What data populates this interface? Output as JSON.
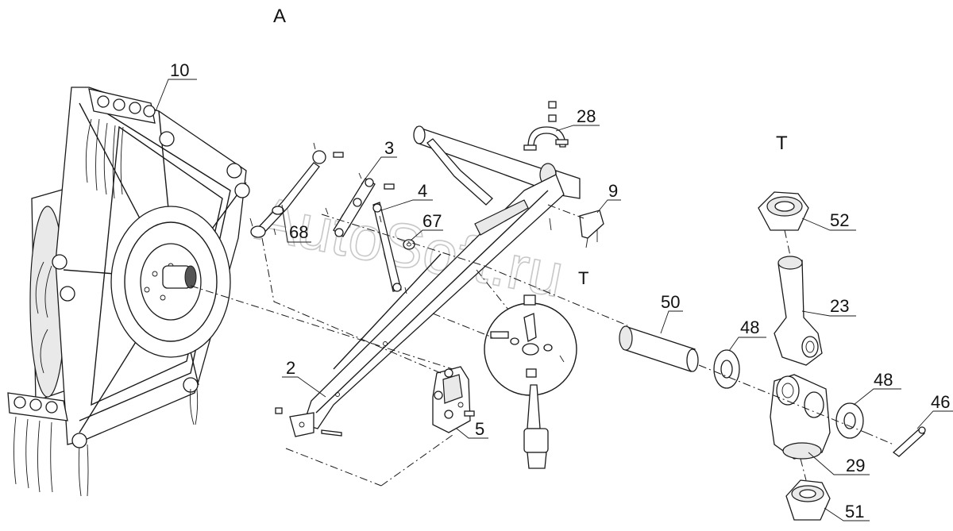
{
  "view_labels": {
    "a": "A",
    "t": "T"
  },
  "callouts": {
    "c10": "10",
    "c3": "3",
    "c4": "4",
    "c68": "68",
    "c67": "67",
    "c28": "28",
    "c9": "9",
    "c2": "2",
    "c5": "5",
    "c50": "50",
    "c48a": "48",
    "c48b": "48",
    "c52": "52",
    "c23": "23",
    "c29": "29",
    "c46": "46",
    "c51": "51",
    "cT": "T"
  },
  "watermark": "AutoSoft.ru"
}
